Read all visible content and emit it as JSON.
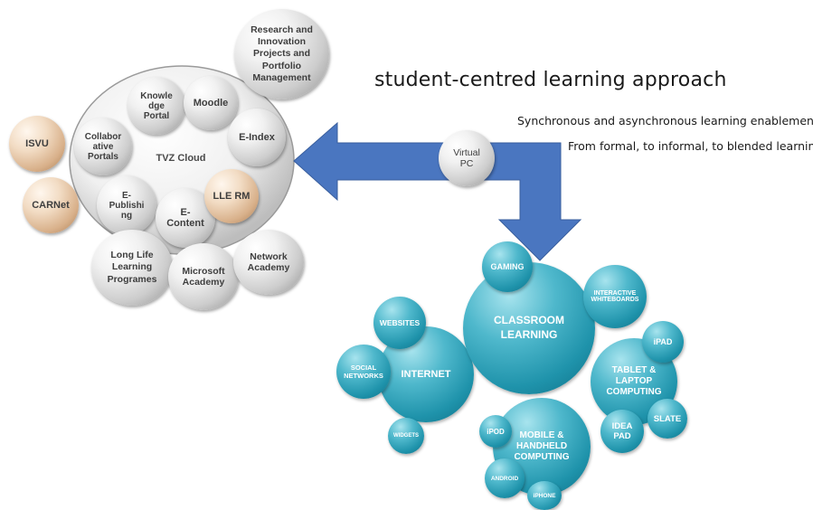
{
  "heading": "student-centred learning approach",
  "subtitles": [
    "Synchronous and asynchronous learning enablements",
    "From formal, to informal, to blended learning"
  ],
  "cloud": {
    "label": "TVZ Cloud",
    "inner": {
      "knowledge_portal": "Knowle dge Portal",
      "moodle": "Moodle",
      "collaborative_portals": "Collabor ative Portals",
      "e_index": "E-Index",
      "e_publishing": "E- Publishi ng",
      "e_content": "E- Content",
      "lle_rm": "LLE RM"
    }
  },
  "outer": {
    "research": "Research and Innovation Projects and Portfolio Management",
    "isvu": "ISVU",
    "carnet": "CARNet",
    "long_life": "Long Life Learning Programes",
    "microsoft_academy": "Microsoft Academy",
    "network_academy": "Network Academy"
  },
  "virtual_pc": "Virtual PC",
  "learning": {
    "classroom": "CLASSROOM LEARNING",
    "gaming": "GAMING",
    "interactive_whiteboards": "INTERACTIVE WHITEBOARDS",
    "websites": "WEBSITES",
    "social_networks": "SOCIAL NETWORKS",
    "internet": "INTERNET",
    "widgets": "WIDGETS",
    "ipad": "iPAD",
    "tablet": "TABLET & LAPTOP COMPUTING",
    "idea_pad": "IDEA PAD",
    "slate": "SLATE",
    "ipod": "iPOD",
    "mobile": "MOBILE & HANDHELD COMPUTING",
    "android": "ANDROID",
    "iphone": "iPHONE"
  },
  "colors": {
    "arrow": "#4a76c0",
    "teal": "#2a9fb7",
    "gray_bubble": "#cfcfcf",
    "tan_bubble": "#d8b08a"
  }
}
